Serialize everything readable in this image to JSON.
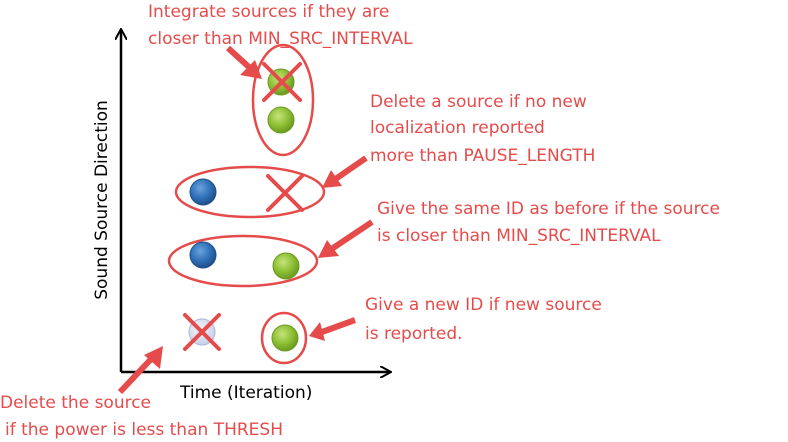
{
  "axes": {
    "y_label": "Sound Source Direction",
    "x_label": "Time (Iteration)"
  },
  "annotations": {
    "integrate": [
      "Integrate sources if they are",
      "closer than MIN_SRC_INTERVAL"
    ],
    "delete_pause": [
      "Delete a source if no new",
      "localization reported",
      "more than PAUSE_LENGTH"
    ],
    "same_id": [
      "Give the same ID as before if the source",
      "is closer than MIN_SRC_INTERVAL"
    ],
    "new_id": [
      "Give a new ID if new source",
      "is reported."
    ],
    "delete_power": [
      "Delete the source",
      "if the power is less than THRESH"
    ]
  },
  "colors": {
    "annotation": "#e64b4b",
    "axis": "#000000",
    "source_green": "#8cbe32",
    "source_blue": "#2f6fb6",
    "source_faded": "#c8d2ea"
  },
  "icons": {
    "delete_mark": "x-mark-icon",
    "source": "circle-icon"
  }
}
